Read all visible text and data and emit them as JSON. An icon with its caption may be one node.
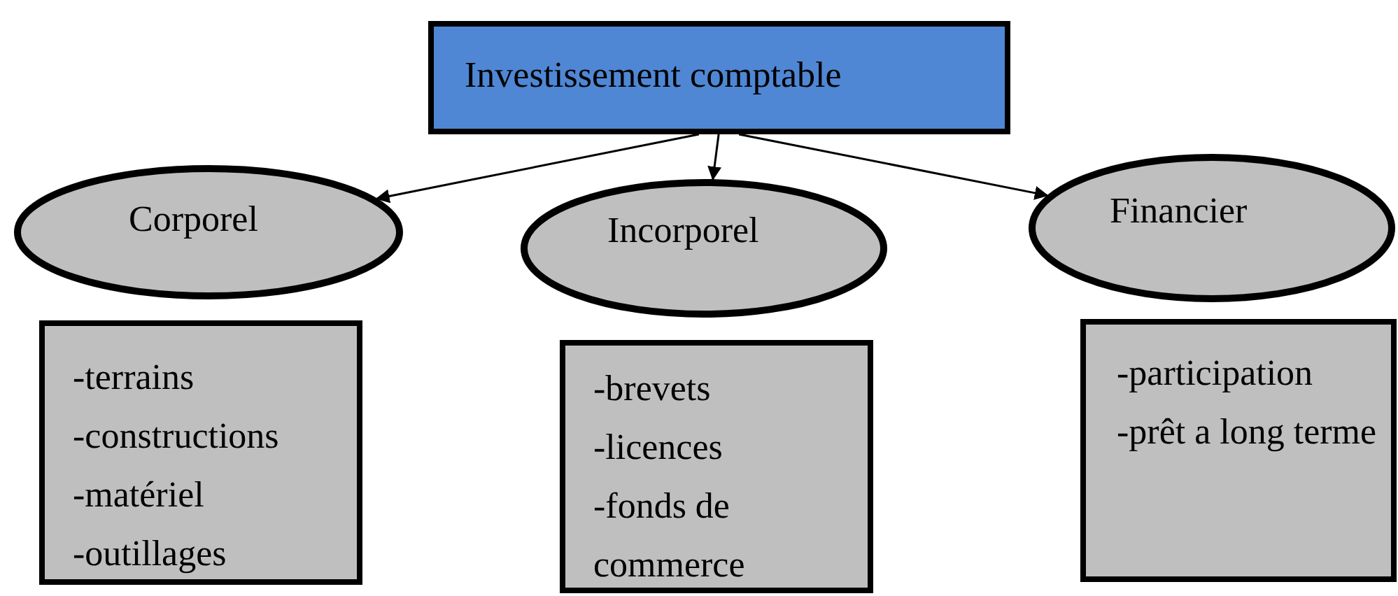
{
  "diagram": {
    "nodes": [
      {
        "text": [
          "Investissement comptable"
        ]
      },
      {
        "text": [
          "Corporel"
        ]
      },
      {
        "text": [
          "Incorporel"
        ]
      },
      {
        "text": [
          "Financier"
        ]
      },
      {
        "text": [
          "-terrains",
          "-constructions",
          "-matériel",
          "-outillages"
        ]
      },
      {
        "text": [
          "-brevets",
          "-licences",
          "-fonds de commerce"
        ]
      },
      {
        "text": [
          "-participation",
          "-prêt a long terme"
        ]
      }
    ],
    "edges": [
      {
        "from": 0,
        "to": 1,
        "arrow": "to"
      },
      {
        "from": 0,
        "to": 2,
        "arrow": "to"
      },
      {
        "from": 0,
        "to": 3,
        "arrow": "to"
      }
    ]
  }
}
